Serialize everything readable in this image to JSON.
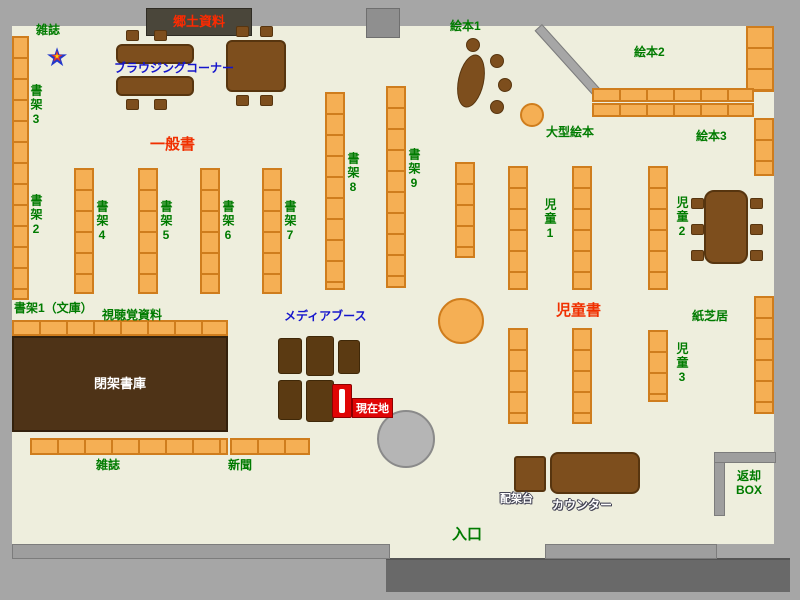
{
  "colors": {
    "floor": "#eeeedd",
    "wall": "#a6a6a6",
    "shelf": "#f5af54",
    "shelf_border": "#cf7d1d",
    "table_brown": "#7d4e1d",
    "dark_furniture": "#4e3317",
    "label_green": "#007b00",
    "label_blue": "#1515cc",
    "label_red": "#f03000",
    "marker_red": "#e00505"
  },
  "icons": {
    "star": "★"
  },
  "labels": {
    "top_magazines": "雑誌",
    "local_materials": "郷土資料",
    "browsing_corner": "ブラウジングコーナー",
    "ehon1": "絵本1",
    "ehon2": "絵本2",
    "ehon3": "絵本3",
    "large_ehon": "大型絵本",
    "general_books": "一般書",
    "shelf2": "書架2",
    "shelf3": "書架3",
    "shelf4": "書架4",
    "shelf5": "書架5",
    "shelf6": "書架6",
    "shelf7": "書架7",
    "shelf8": "書架8",
    "shelf9": "書架9",
    "shelf1_bunko": "書架1（文庫）",
    "audio_visual": "視聴覚資料",
    "media_booth": "メディアブース",
    "jidou1": "児童1",
    "jidou2": "児童2",
    "jidou3": "児童3",
    "children_books": "児童書",
    "kamishibai": "紙芝居",
    "closed_stacks": "閉架書庫",
    "current_location": "現在地",
    "magazines": "雑誌",
    "newspapers": "新聞",
    "haika_dai": "配架台",
    "counter": "カウンター",
    "return_box_line1": "返却",
    "return_box_line2": "BOX",
    "entrance": "入口"
  }
}
